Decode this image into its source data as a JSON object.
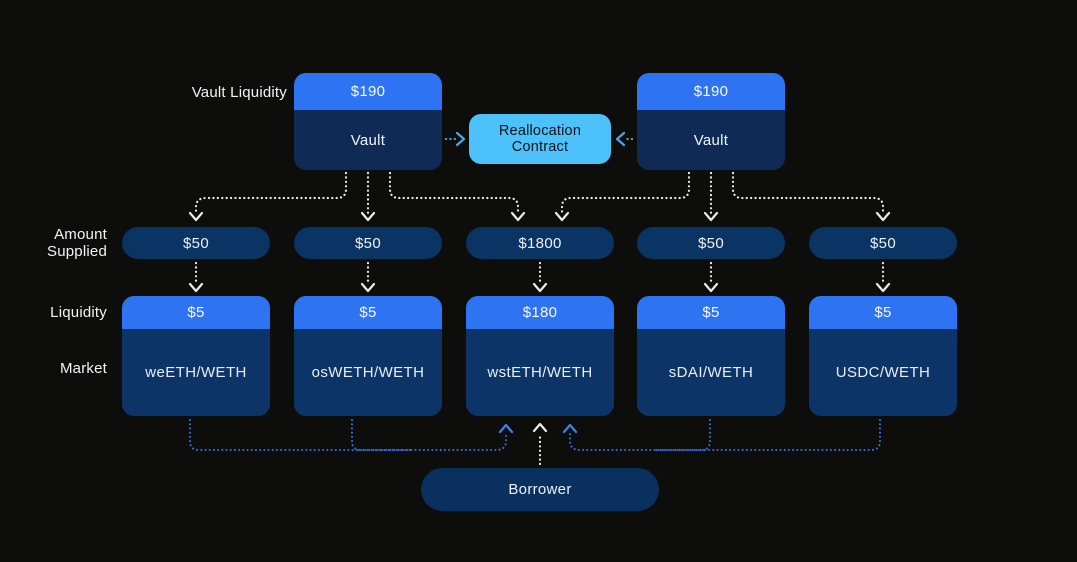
{
  "labels": {
    "vault_liquidity": "Vault Liquidity",
    "amount_supplied_line1": "Amount",
    "amount_supplied_line2": "Supplied",
    "liquidity": "Liquidity",
    "market": "Market"
  },
  "vaults": [
    {
      "amount": "$190",
      "name": "Vault"
    },
    {
      "amount": "$190",
      "name": "Vault"
    }
  ],
  "reallocation_contract": {
    "line1": "Reallocation",
    "line2": "Contract"
  },
  "amounts_supplied": [
    "$50",
    "$50",
    "$1800",
    "$50",
    "$50"
  ],
  "markets": [
    {
      "liquidity": "$5",
      "name": "weETH/WETH"
    },
    {
      "liquidity": "$5",
      "name": "osWETH/WETH"
    },
    {
      "liquidity": "$180",
      "name": "wstETH/WETH"
    },
    {
      "liquidity": "$5",
      "name": "sDAI/WETH"
    },
    {
      "liquidity": "$5",
      "name": "USDC/WETH"
    }
  ],
  "borrower": "Borrower",
  "colors": {
    "background": "#0d0d0c",
    "bright_blue": "#2e73f1",
    "vault_navy": "#0f2b55",
    "market_navy": "#0c3466",
    "pill_navy": "#0a3463",
    "contract_light_blue": "#4cc1fa",
    "white_arrow": "#ececec",
    "light_blue_arrow": "#4da6e6",
    "blue_arrow": "#3273e0"
  }
}
